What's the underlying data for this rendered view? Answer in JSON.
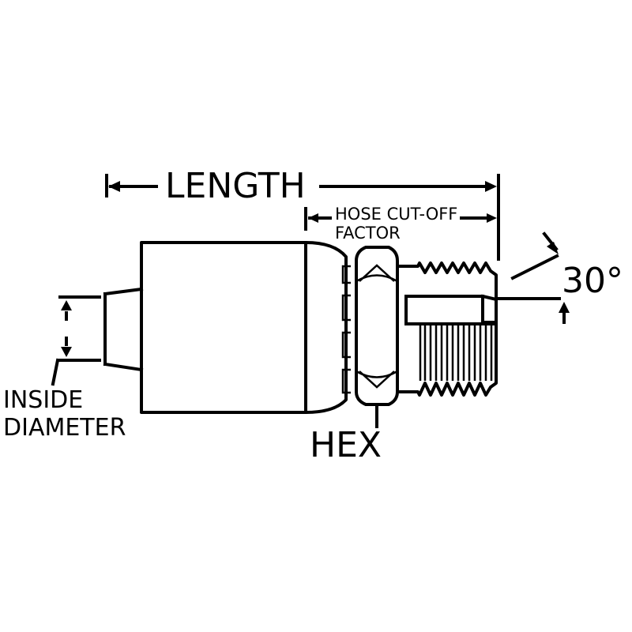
{
  "labels": {
    "length": "LENGTH",
    "hose_cut_off_line1": "HOSE CUT-OFF",
    "hose_cut_off_line2": "FACTOR",
    "angle": "30°",
    "inside_diameter_line1": "INSIDE",
    "inside_diameter_line2": "DIAMETER",
    "hex": "HEX"
  }
}
